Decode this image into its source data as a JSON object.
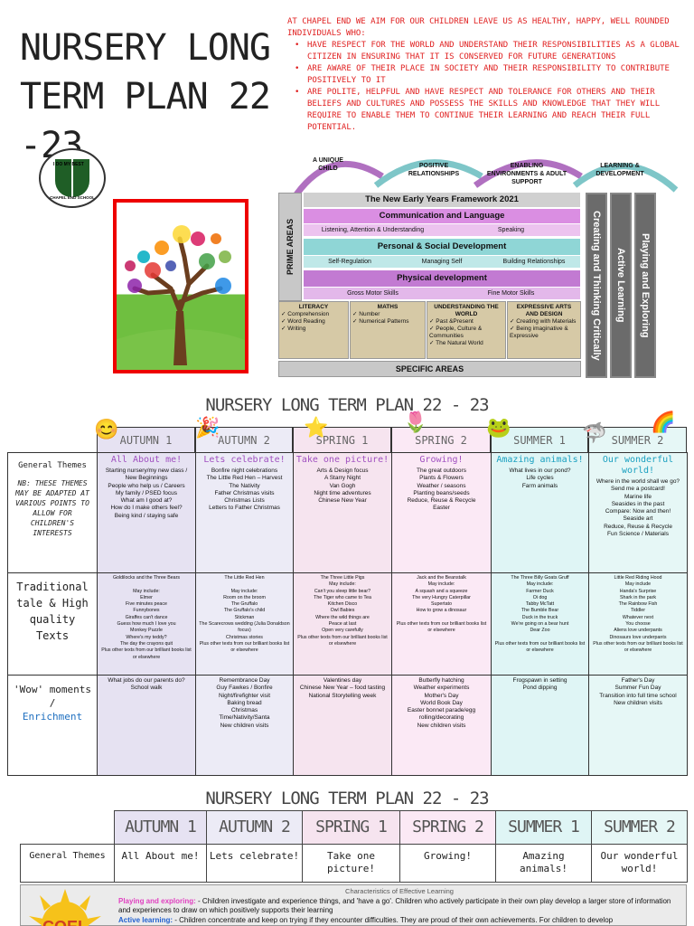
{
  "header": {
    "title": "NURSERY LONG TERM PLAN 22 -23",
    "intro": "AT CHAPEL END WE AIM FOR OUR CHILDREN LEAVE US AS HEALTHY, HAPPY, WELL ROUNDED INDIVIDUALS WHO:",
    "bullets": [
      "HAVE RESPECT FOR THE WORLD AND UNDERSTAND THEIR RESPONSIBILITIES AS A GLOBAL CITIZEN IN ENSURING THAT IT IS CONSERVED FOR FUTURE GENERATIONS",
      "ARE AWARE OF THEIR PLACE IN SOCIETY AND THEIR RESPONSIBILITY TO CONTRIBUTE POSITIVELY TO IT",
      "ARE POLITE, HELPFUL AND HAVE RESPECT AND TOLERANCE FOR OTHERS AND THEIR BELIEFS AND CULTURES AND POSSESS THE SKILLS AND KNOWLEDGE THAT THEY WILL REQUIRE TO ENABLE THEM TO CONTINUE THEIR LEARNING AND REACH THEIR FULL POTENTIAL."
    ],
    "logo_text": "I DO MY BEST",
    "logo_school": "CHAPEL END SCHOOL"
  },
  "framework": {
    "arrows": [
      "A UNIQUE CHILD",
      "POSITIVE RELATIONSHIPS",
      "ENABLING ENVIRONMENTS & ADULT SUPPORT",
      "LEARNING & DEVELOPMENT"
    ],
    "title": "The New Early Years Framework 2021",
    "prime_label": "PRIME AREAS",
    "comm": "Communication and Language",
    "comm_subs": [
      "Listening, Attention & Understanding",
      "Speaking"
    ],
    "psed": "Personal & Social Development",
    "psed_subs": [
      "Self-Regulation",
      "Managing Self",
      "Building Relationships"
    ],
    "phys": "Physical development",
    "phys_subs": [
      "Gross Motor Skills",
      "Fine Motor Skills"
    ],
    "specific": [
      {
        "title": "LITERACY",
        "items": [
          "Comprehension",
          "Word Reading",
          "Writing"
        ]
      },
      {
        "title": "MATHS",
        "items": [
          "Number",
          "Numerical Patterns"
        ]
      },
      {
        "title": "UNDERSTANDING THE WORLD",
        "items": [
          "Past &Present",
          "People, Culture & Communities",
          "The Natural World"
        ]
      },
      {
        "title": "EXPRESSIVE ARTS AND DESIGN",
        "items": [
          "Creating with Materials",
          "Being imaginative & Expressive"
        ]
      }
    ],
    "specific_label": "SPECIFIC AREAS",
    "cols": [
      "Creating and Thinking Critically",
      "Active Learning",
      "Playing and Exploring"
    ],
    "col_colors": [
      "#6b6b6b",
      "#6b6b6b",
      "#6b6b6b"
    ]
  },
  "plan1": {
    "title": "NURSERY LONG TERM PLAN 22 - 23",
    "terms": [
      "AUTUMN 1",
      "AUTUMN 2",
      "SPRING 1",
      "SPRING 2",
      "SUMMER 1",
      "SUMMER 2"
    ],
    "row_general": "General Themes",
    "row_nb": "NB: THESE THEMES MAY BE ADAPTED AT VARIOUS POINTS TO ALLOW FOR CHILDREN'S INTERESTS",
    "themes": [
      "All About me!",
      "Lets celebrate!",
      "Take one picture!",
      "Growing!",
      "Amazing animals!",
      "Our wonderful world!"
    ],
    "general": [
      "Starting nursery/my new class / New Beginnings\nPeople who help us / Careers\nMy family / PSED focus\nWhat am I good at?\nHow do I make others feel?\nBeing kind / staying safe",
      "Bonfire night celebrations\nThe Little Red Hen – Harvest\nThe Nativity\nFather Christmas visits\nChristmas Lists\nLetters to Father Christmas",
      "Arts & Design focus\nA Starry Night\nVan Gogh\nNight time adventures\nChinese New Year",
      "The great outdoors\nPlants & Flowers\nWeather / seasons\nPlanting beans/seeds\nReduce, Reuse & Recycle\nEaster",
      "What lives in our pond?\nLife cycles\nFarm animals",
      "Where in the world shall we go?\nSend me a postcard!\nMarine life\nSeasides in the past\nCompare: Now and then!\nSeaside art\nReduce, Reuse & Recycle\nFun Science / Materials"
    ],
    "row_tales": "Traditional tale & High quality Texts",
    "tales": [
      "Goldilocks and the Three Bears\n\nMay include:\nElmer\nFive minutes peace\nFunnybones\nGiraffes can't dance\nGuess how much I love you\nMonkey Puzzle\nWhere's my teddy?\nThe day the crayons quit\nPlus other texts from our brilliant books list or elsewhere",
      "The Little Red Hen\n\nMay include:\nRoom on the broom\nThe Gruffalo\nThe Gruffalo's child\nStickman\nThe Scarecrows wedding (Julia Donaldson focus)\nChristmas stories\nPlus other texts from our brilliant books list or elsewhere",
      "The Three Little Pigs\nMay include:\nCan't you sleep little bear?\nThe Tiger who came to Tea\nKitchen Disco\nOwl Babies\nWhere the wild things are\nPeace at last\nOpen very carefully\nPlus other texts from our brilliant books list or elsewhere",
      "Jack and the Beanstalk\nMay include:\nA squash and a squeeze\nThe very Hungry Caterpillar\nSupertato\nHow to grow a dinosaur\n\nPlus other texts from our brilliant books list or elsewhere",
      "The Three Billy Goats Gruff\nMay include:\nFarmer Duck\nOi dog\nTabby McTatt\nThe Bumble Bear\nDuck in the truck\nWe're going on a bear hunt\nDear Zoo\n\nPlus other texts from our brilliant books list or elsewhere",
      "Little Red Riding Hood\nMay include\nHanda's Surprise\nShark in the park\nThe Rainbow Fish\nTiddler\nWhatever next\nYou choose\nAliens love underpants\nDinosaurs love underpants\nPlus other texts from our brilliant books list or elsewhere"
    ],
    "row_wow": "'Wow' moments /",
    "row_wow2": "Enrichment",
    "wow": [
      "What jobs do our parents do?\nSchool walk",
      "Remembrance Day\nGuy Fawkes / Bonfire\nNight/firefighter visit\nBaking bread\nChristmas\nTime/Nativity/Santa\nNew children visits",
      "Valentines day\nChinese New Year – food tasting\nNational Storytelling week",
      "Butterfly hatching\nWeather experiments\nMother's Day\nWorld Book Day\nEaster bonnet parade/egg rolling/decorating\nNew children visits",
      "Frogspawn in setting\nPond dipping",
      "Father's Day\nSummer Fun Day\nTransition into full time school\nNew children visits"
    ]
  },
  "plan2": {
    "title": "NURSERY LONG TERM PLAN 22 - 23",
    "terms": [
      "AUTUMN 1",
      "AUTUMN 2",
      "SPRING 1",
      "SPRING 2",
      "SUMMER 1",
      "SUMMER 2"
    ],
    "row_general": "General Themes",
    "themes": [
      "All About me!",
      "Lets celebrate!",
      "Take one picture!",
      "Growing!",
      "Amazing animals!",
      "Our wonderful world!"
    ],
    "cel_title": "Characteristics of Effective Learning",
    "pe_label": "Playing and exploring:",
    "pe_text": " - Children investigate and experience things, and 'have a go'. Children who actively participate in their own play develop a larger store of information and experiences to draw on which positively supports their learning",
    "al_label": "Active learning:",
    "al_text": " - Children concentrate and keep on trying if they encounter difficulties. They are proud of their own achievements. For children to develop",
    "badge": "COEL"
  },
  "colors": {
    "intro_red": "#e02020",
    "theme_purple": "#a050c0",
    "pink": "#e040c0",
    "blue": "#2060d0"
  }
}
